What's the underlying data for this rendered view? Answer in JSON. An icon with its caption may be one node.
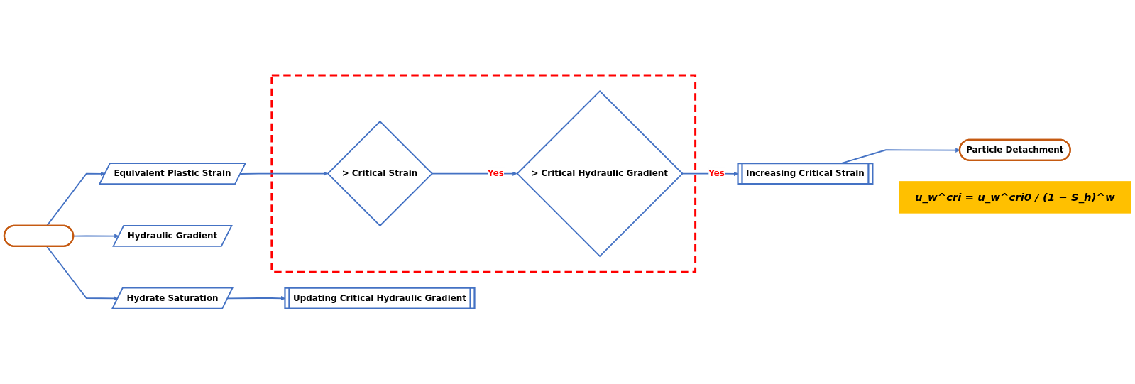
{
  "diagram": {
    "nodes": [
      {
        "text": [],
        "shape": "oval"
      },
      {
        "text": [
          "Equivalent Plastic Strain"
        ]
      },
      {
        "text": [
          "Hydraulic Gradient"
        ]
      },
      {
        "text": [
          "Hydrate Saturation"
        ]
      },
      {
        "text": [],
        "shape": "box"
      },
      {
        "text": [
          "> Critical Strain"
        ],
        "in": 4
      },
      {
        "text": [
          "> Critical Hydraulic Gradient"
        ],
        "in": 4
      },
      {
        "text": [
          "Updating Critical Hydraulic Gradient"
        ]
      },
      {
        "text": [
          "Increasing Critical Strain"
        ]
      },
      {
        "text": [
          "Particle Detachment"
        ]
      },
      {
        "text": [
          "u_w^cri = u_w^cri0 / (1 − S_h)^w"
        ]
      }
    ],
    "edges": [
      {
        "from": 0,
        "to": 1,
        "arrow": "to"
      },
      {
        "from": 0,
        "to": 2,
        "arrow": "to"
      },
      {
        "from": 0,
        "to": 3,
        "arrow": "to"
      },
      {
        "from": 1,
        "to": 5,
        "arrow": "to"
      },
      {
        "from": 5,
        "to": 6,
        "arrow": "to",
        "label": "Yes"
      },
      {
        "from": 3,
        "to": 7,
        "arrow": "to"
      },
      {
        "from": 6,
        "to": 8,
        "arrow": "to",
        "label": "Yes"
      },
      {
        "from": 8,
        "to": 9,
        "arrow": "to"
      }
    ]
  }
}
